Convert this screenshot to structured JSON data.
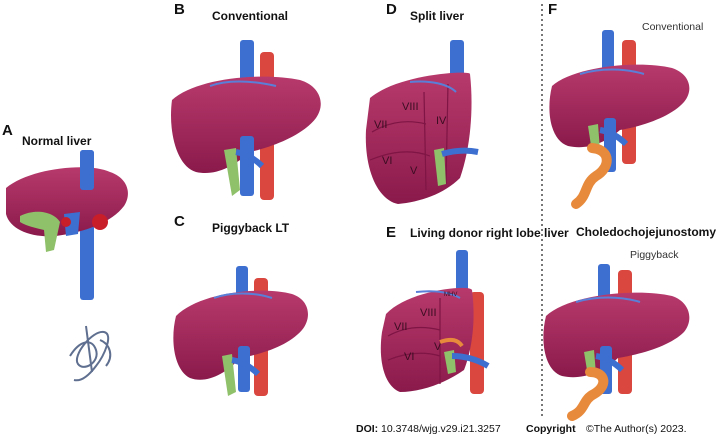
{
  "panels": {
    "a": {
      "letter": "A",
      "title": "Normal liver"
    },
    "b": {
      "letter": "B",
      "title": "Conventional"
    },
    "c": {
      "letter": "C",
      "title": "Piggyback LT"
    },
    "d": {
      "letter": "D",
      "title": "Split liver",
      "segments": [
        "VII",
        "VIII",
        "IV",
        "V",
        "VI"
      ]
    },
    "e": {
      "letter": "E",
      "title": "Living donor right lobe liver",
      "segments": [
        "VII",
        "VIII",
        "MHV",
        "V",
        "VI"
      ]
    },
    "f": {
      "letter": "F",
      "title": "Choledochojejunostomy",
      "top_label": "Conventional",
      "bottom_label": "Piggyback"
    }
  },
  "footer": {
    "doi_label": "DOI:",
    "doi_value": "10.3748/wjg.v29.i21.3257",
    "copyright_label": "Copyright",
    "copyright_text": "©The Author(s) 2023."
  },
  "colors": {
    "liver": "#a4245a",
    "liver_dark": "#7e1544",
    "ivc": "#3d6fd1",
    "aorta": "#d9473f",
    "bile": "#8fc06a",
    "jejunum": "#e88a3c",
    "divider": "#555555"
  }
}
